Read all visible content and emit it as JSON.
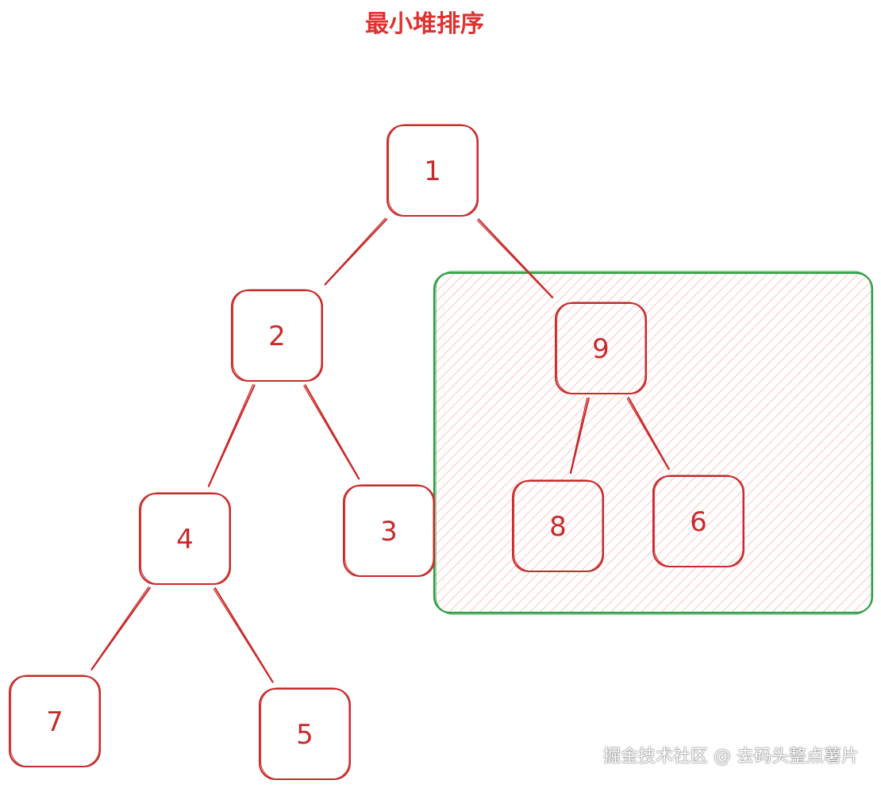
{
  "title": "最小堆排序",
  "colors": {
    "title": "#e03131",
    "node_stroke": "#c92a2a",
    "edge_stroke": "#c92a2a",
    "highlight_stroke": "#2f9e44",
    "highlight_hatch": "#ffc9c9"
  },
  "nodes": [
    {
      "id": "n1",
      "label": "1"
    },
    {
      "id": "n2",
      "label": "2"
    },
    {
      "id": "n9",
      "label": "9"
    },
    {
      "id": "n4",
      "label": "4"
    },
    {
      "id": "n3",
      "label": "3"
    },
    {
      "id": "n8",
      "label": "8"
    },
    {
      "id": "n6",
      "label": "6"
    },
    {
      "id": "n7",
      "label": "7"
    },
    {
      "id": "n5",
      "label": "5"
    }
  ],
  "edges": [
    {
      "from": "n1",
      "to": "n2"
    },
    {
      "from": "n1",
      "to": "n9"
    },
    {
      "from": "n2",
      "to": "n4"
    },
    {
      "from": "n2",
      "to": "n3"
    },
    {
      "from": "n9",
      "to": "n8"
    },
    {
      "from": "n9",
      "to": "n6"
    },
    {
      "from": "n4",
      "to": "n7"
    },
    {
      "from": "n4",
      "to": "n5"
    }
  ],
  "highlight": {
    "contains": [
      "n9",
      "n8",
      "n6"
    ]
  },
  "watermark": "掘金技术社区 @ 去码头整点薯片"
}
